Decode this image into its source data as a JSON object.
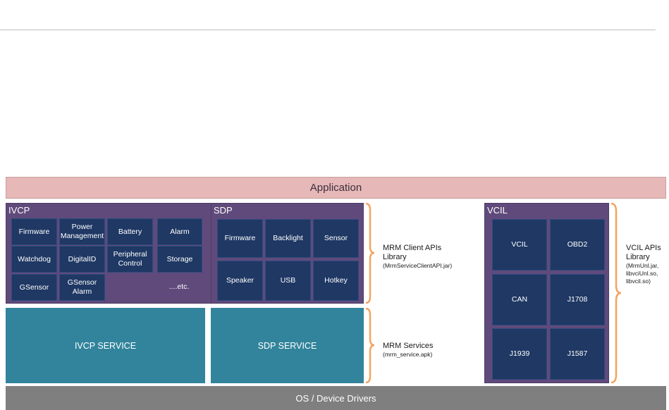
{
  "application_label": "Application",
  "os_label": "OS / Device Drivers",
  "ivcp": {
    "title": "IVCP",
    "cells": [
      "Firmware",
      "Power Management",
      "Battery",
      "Alarm",
      "Watchdog",
      "DigitalID",
      "Peripheral Control",
      "Storage",
      "GSensor",
      "GSensor Alarm"
    ],
    "etc": "....etc."
  },
  "sdp": {
    "title": "SDP",
    "cells": [
      "Firmware",
      "Backlight",
      "Sensor",
      "Speaker",
      "USB",
      "Hotkey"
    ]
  },
  "vcil": {
    "title": "VCIL",
    "cells": [
      "VCIL",
      "OBD2",
      "CAN",
      "J1708",
      "J1939",
      "J1587"
    ]
  },
  "services": {
    "ivcp": "IVCP SERVICE",
    "sdp": "SDP SERVICE"
  },
  "labels": {
    "mrm_client_line1": "MRM Client APIs",
    "mrm_client_line2": "Library",
    "mrm_client_file": "(MrmServiceClientAPI.jar)",
    "mrm_services": "MRM Services",
    "mrm_services_file": "(mrm_service.apk)",
    "vcil_line1": "VCIL APIs",
    "vcil_line2": "Library",
    "vcil_file1": "(MrmUnl.jar,",
    "vcil_file2": "libvciUnl.so,",
    "vcil_file3": "libvcil.so)"
  },
  "colors": {
    "application": "#e6b8b7",
    "panel": "#604a7b",
    "cell": "#1f3864",
    "service": "#31849b",
    "os": "#7f7f7f",
    "brace": "#f4a460"
  }
}
